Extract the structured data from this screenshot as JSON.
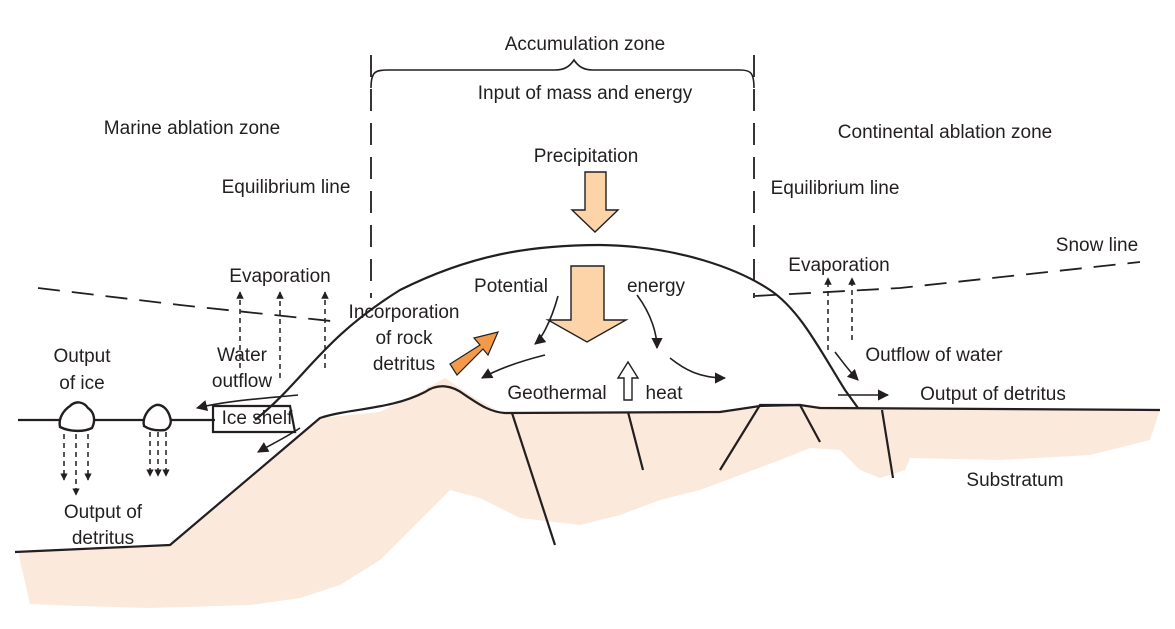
{
  "colors": {
    "substratum": "#fbe9db",
    "arrow_light": "#fdd3a8",
    "arrow_dark": "#f29a4a",
    "ink": "#231f20"
  },
  "labels": {
    "accumulation_zone": "Accumulation zone",
    "input": "Input of mass and energy",
    "marine_ablation_zone": "Marine ablation zone",
    "continental_ablation_zone": "Continental ablation zone",
    "precipitation": "Precipitation",
    "equilibrium_line_left": "Equilibrium line",
    "equilibrium_line_right": "Equilibrium line",
    "snow_line": "Snow line",
    "evaporation_left": "Evaporation",
    "evaporation_right": "Evaporation",
    "potential": "Potential",
    "energy": "energy",
    "incorporation_1": "Incorporation",
    "incorporation_2": "of rock",
    "incorporation_3": "detritus",
    "output_ice_1": "Output",
    "output_ice_2": "of ice",
    "water_outflow_1": "Water",
    "water_outflow_2": "outflow",
    "outflow_of_water": "Outflow of water",
    "ice_shelf": "Ice shelf",
    "geothermal": "Geothermal",
    "heat": "heat",
    "output_of_detritus": "Output of detritus",
    "output_detritus_1": "Output of",
    "output_detritus_2": "detritus",
    "substratum": "Substratum"
  }
}
